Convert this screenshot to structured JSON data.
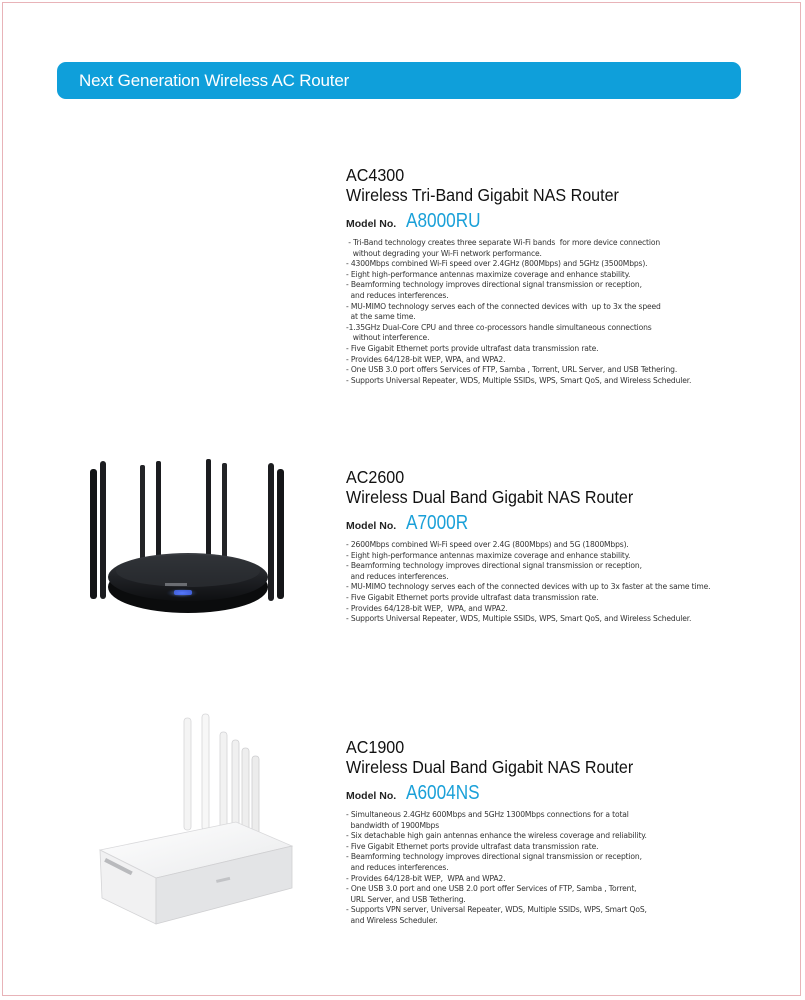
{
  "banner": {
    "title": "Next Generation Wireless AC Router"
  },
  "model_label": "Model No.",
  "products": [
    {
      "code": "AC4300",
      "title": "Wireless Tri-Band Gigabit NAS Router",
      "model": "A8000RU",
      "features": [
        " - Tri-Band technology creates three separate Wi-Fi bands  for more device connection",
        "   without degrading your Wi-Fi network performance.",
        "- 4300Mbps combined Wi-Fi speed over 2.4GHz (800Mbps) and 5GHz (3500Mbps).",
        "- Eight high-performance antennas maximize coverage and enhance stability.",
        "- Beamforming technology improves directional signal transmission or reception,",
        "  and reduces interferences.",
        "- MU-MIMO technology serves each of the connected devices with  up to 3x the speed",
        "  at the same time.",
        "-1.35GHz Dual-Core CPU and three co-processors handle simultaneous connections",
        "   without interference.",
        "- Five Gigabit Ethernet ports provide ultrafast data transmission rate.",
        "- Provides 64/128-bit WEP, WPA, and WPA2.",
        "- One USB 3.0 port offers Services of FTP, Samba , Torrent, URL Server, and USB Tethering.",
        "- Supports Universal Repeater, WDS, Multiple SSIDs, WPS, Smart QoS, and Wireless Scheduler."
      ]
    },
    {
      "code": "AC2600",
      "title": "Wireless Dual Band Gigabit NAS Router",
      "model": "A7000R",
      "features": [
        "- 2600Mbps combined Wi-Fi speed over 2.4G (800Mbps) and 5G (1800Mbps).",
        "- Eight high-performance antennas maximize coverage and enhance stability.",
        "- Beamforming technology improves directional signal transmission or reception,",
        "  and reduces interferences.",
        "- MU-MIMO technology serves each of the connected devices with up to 3x faster at the same time.",
        "- Five Gigabit Ethernet ports provide ultrafast data transmission rate.",
        "- Provides 64/128-bit WEP,  WPA, and WPA2.",
        "- Supports Universal Repeater, WDS, Multiple SSIDs, WPS, Smart QoS, and Wireless Scheduler."
      ]
    },
    {
      "code": "AC1900",
      "title": "Wireless Dual Band Gigabit NAS Router",
      "model": "A6004NS",
      "features": [
        "- Simultaneous 2.4GHz 600Mbps and 5GHz 1300Mbps connections for a total",
        "  bandwidth of 1900Mbps",
        "- Six detachable high gain antennas enhance the wireless coverage and reliability.",
        "- Five Gigabit Ethernet ports provide ultrafast data transmission rate.",
        "- Beamforming technology improves directional signal transmission or reception,",
        "  and reduces interferences.",
        "- Provides 64/128-bit WEP,  WPA and WPA2.",
        "- One USB 3.0 port and one USB 2.0 port offer Services of FTP, Samba , Torrent,",
        "  URL Server, and USB Tethering.",
        "- Supports VPN server, Universal Repeater, WDS, Multiple SSIDs, WPS, Smart QoS,",
        "  and Wireless Scheduler."
      ]
    }
  ]
}
